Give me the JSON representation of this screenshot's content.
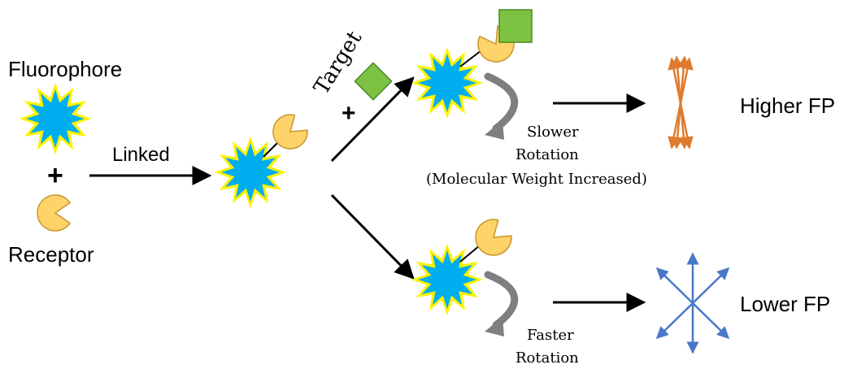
{
  "labels": {
    "fluorophore": "Fluorophore",
    "receptor": "Receptor",
    "linked": "Linked",
    "target": "Target",
    "plus": "+",
    "slower": "Slower",
    "rotation": "Rotation",
    "molecular_weight": "(Molecular Weight Increased)",
    "faster": "Faster",
    "higher_fp": "Higher FP",
    "lower_fp": "Lower FP"
  },
  "colors": {
    "star_fill": "#00aeef",
    "star_glow": "#fff200",
    "receptor_fill": "#fdd36a",
    "receptor_stroke": "#c8962a",
    "target_fill": "#7dc242",
    "target_stroke": "#4a8a22",
    "rotation_arrow": "#7f7f7f",
    "high_fp_arrows": "#e07b2e",
    "low_fp_arrows": "#4a78c8",
    "arrow": "#000000"
  },
  "icons": {
    "fluorophore": "starburst-icon",
    "receptor": "pacman-receptor-icon",
    "target": "diamond-target-icon",
    "rotation": "curved-rotation-arrow-icon"
  }
}
